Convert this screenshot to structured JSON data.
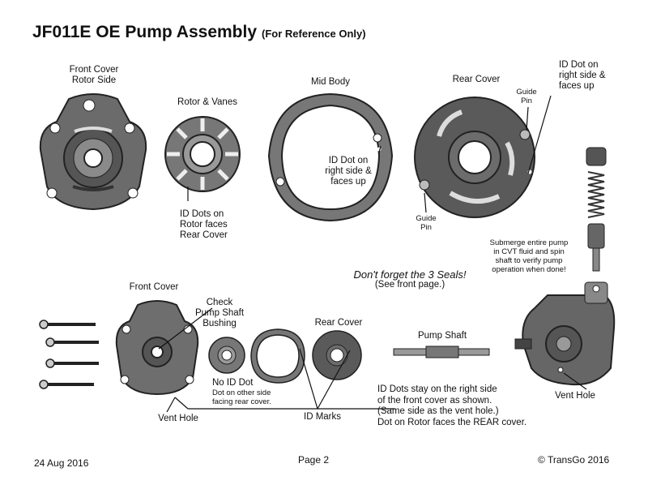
{
  "title": "JF011E OE Pump Assembly",
  "title_note": "(For Reference Only)",
  "labels": {
    "front_cover_rotor_side_1": "Front Cover",
    "front_cover_rotor_side_2": "Rotor Side",
    "rotor_vanes": "Rotor & Vanes",
    "mid_body": "Mid Body",
    "rear_cover_top": "Rear Cover",
    "guide_pin_top_1": "Guide",
    "guide_pin_top_2": "Pin",
    "guide_pin_bottom_1": "Guide",
    "guide_pin_bottom_2": "Pin",
    "id_dot_rear_1": "ID Dot on",
    "id_dot_rear_2": "right side &",
    "id_dot_rear_3": "faces up",
    "id_dot_mid_1": "ID Dot on",
    "id_dot_mid_2": "right side &",
    "id_dot_mid_3": "faces up",
    "id_dots_rotor_1": "ID Dots on",
    "id_dots_rotor_2": "Rotor faces",
    "id_dots_rotor_3": "Rear Cover",
    "submerge_1": "Submerge entire pump",
    "submerge_2": "in CVT fluid and spin",
    "submerge_3": "shaft to verify pump",
    "submerge_4": "operation when done!",
    "seals_1": "Don't forget the 3 Seals!",
    "seals_2": "(See front page.)",
    "front_cover": "Front Cover",
    "check_1": "Check",
    "check_2": "Pump Shaft",
    "check_3": "Bushing",
    "rear_cover_bottom": "Rear Cover",
    "pump_shaft": "Pump Shaft",
    "no_id_dot": "No ID Dot",
    "no_id_dot_note_1": "Dot on other side",
    "no_id_dot_note_2": "facing rear cover.",
    "vent_hole_left": "Vent Hole",
    "id_marks": "ID Marks",
    "id_note_1": "ID Dots stay on the right side",
    "id_note_2": "of the front cover as shown.",
    "id_note_3": "(Same side as the vent hole.)",
    "id_note_4": "Dot on Rotor faces the REAR cover.",
    "vent_hole_right": "Vent Hole"
  },
  "footer": {
    "date": "24 Aug 2016",
    "page": "Page 2",
    "copyright": "© TransGo 2016"
  }
}
